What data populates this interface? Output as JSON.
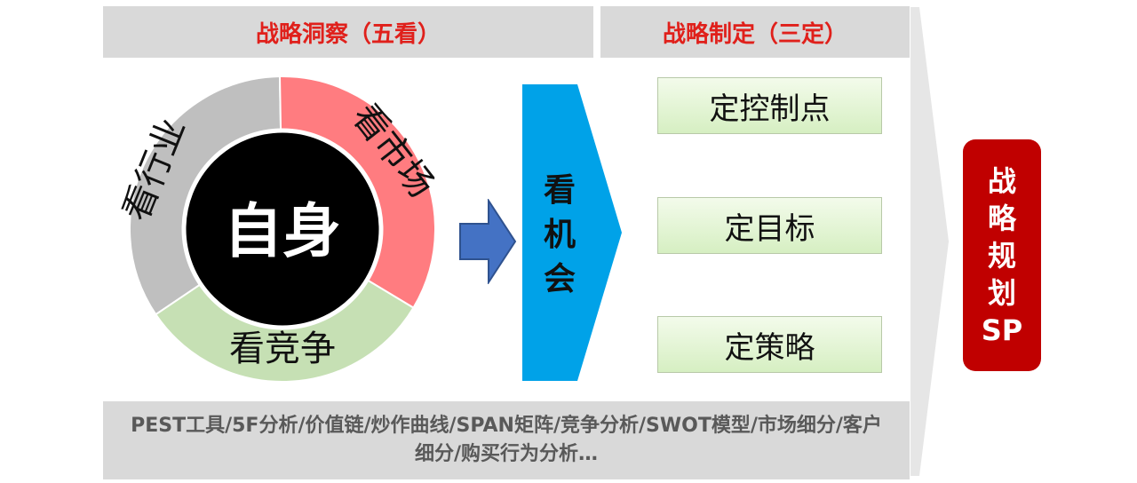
{
  "header": {
    "insight_title": "战略洞察（五看）",
    "formulation_title": "战略制定（三定）"
  },
  "cycle": {
    "center": "自身",
    "segments": [
      {
        "label": "看行业",
        "color": "#bfbfbf"
      },
      {
        "label": "看市场",
        "color": "#ff7c80"
      },
      {
        "label": "看竞争",
        "color": "#c6e0b4"
      }
    ]
  },
  "opportunity": {
    "label": [
      "看",
      "机",
      "会"
    ],
    "color": "#00a2e8"
  },
  "three_define": {
    "items": [
      "定控制点",
      "定目标",
      "定策略"
    ]
  },
  "result": {
    "label": [
      "战",
      "略",
      "规",
      "划",
      "SP"
    ],
    "color": "#c00000"
  },
  "tools": {
    "text": "PEST工具/5F分析/价值链/炒作曲线/SPAN矩阵/竞争分析/SWOT模型/市场细分/客户细分/购买行为分析…"
  },
  "colors": {
    "accent_red": "#e0201b",
    "band_gray": "#d9d9d9",
    "arrow_blue": "#4472c4"
  }
}
